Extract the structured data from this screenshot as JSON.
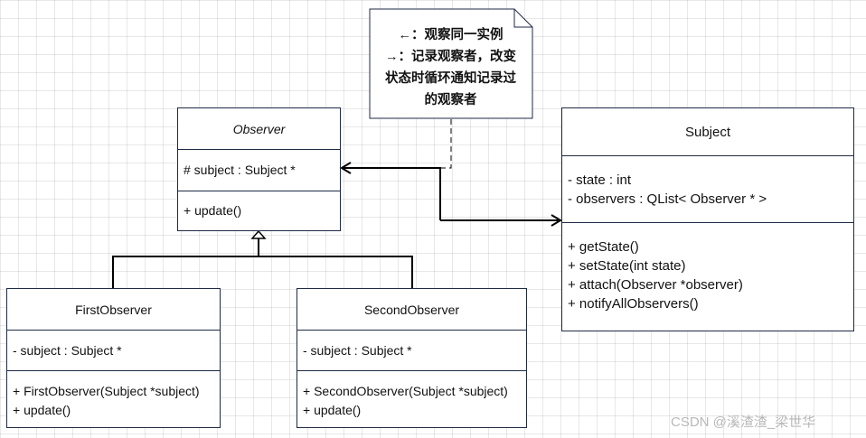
{
  "note": {
    "lines": [
      "←：观察同一实例",
      "→：记录观察者，改变",
      "状态时循环通知记录过",
      "的观察者"
    ]
  },
  "observer": {
    "name": "Observer",
    "attributes": [
      "# subject : Subject *"
    ],
    "methods": [
      "+ update()"
    ]
  },
  "subject": {
    "name": "Subject",
    "attributes": [
      "- state : int",
      "- observers : QList< Observer * >"
    ],
    "methods": [
      "+ getState()",
      "+ setState(int state)",
      "+ attach(Observer *observer)",
      "+ notifyAllObservers()"
    ]
  },
  "first_observer": {
    "name": "FirstObserver",
    "attributes": [
      "- subject : Subject *"
    ],
    "methods": [
      "+ FirstObserver(Subject *subject)",
      "+ update()"
    ]
  },
  "second_observer": {
    "name": "SecondObserver",
    "attributes": [
      "- subject : Subject *"
    ],
    "methods": [
      "+ SecondObserver(Subject *subject)",
      "+ update()"
    ]
  },
  "watermark": "CSDN @溪渣渣_梁世华",
  "colors": {
    "border": "#1f2a44",
    "line": "#000000",
    "watermark": "#b8b8b8"
  }
}
